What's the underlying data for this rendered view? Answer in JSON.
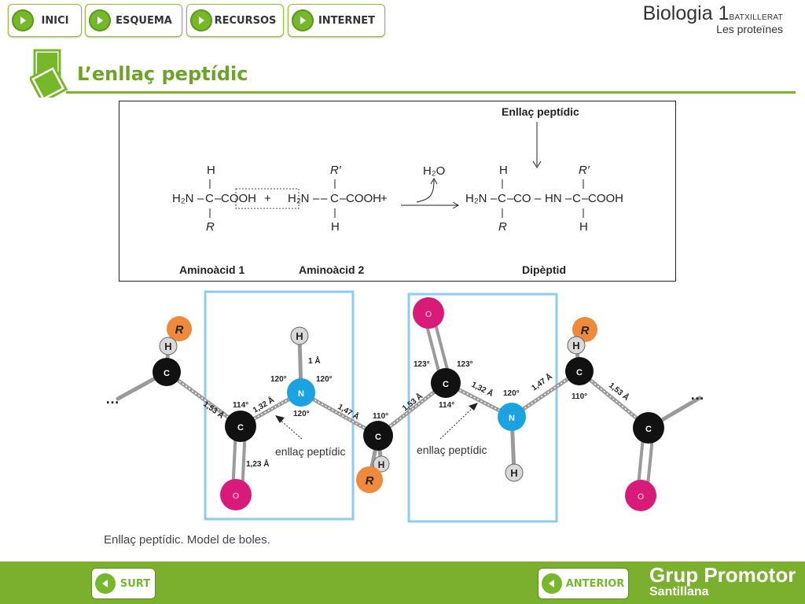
{
  "nav": {
    "items": [
      {
        "label": "INICI",
        "icon": "play-arrow-icon"
      },
      {
        "label": "ESQUEMA",
        "icon": "play-arrow-icon"
      },
      {
        "label": "RECURSOS",
        "icon": "play-arrow-icon"
      },
      {
        "label": "INTERNET",
        "icon": "play-arrow-icon"
      }
    ]
  },
  "brand": {
    "title": "Biologia 1",
    "level": "BATXILLERAT",
    "subtitle": "Les proteïnes"
  },
  "page": {
    "title": "L’enllaç peptídic"
  },
  "formula": {
    "header": "Enllaç peptídic",
    "amino1_label": "Aminoàcid 1",
    "amino2_label": "Aminoàcid 2",
    "dipeptide_label": "Dipèptid",
    "water": "H₂O",
    "plus": "+",
    "h": "H",
    "r": "R",
    "r_prime": "R′",
    "h2n": "H₂N",
    "cooh": "COOH",
    "co": "CO",
    "hn": "HN",
    "c": "C"
  },
  "model": {
    "atoms": {
      "C": "C",
      "N": "N",
      "O": "O",
      "H": "H",
      "R": "R"
    },
    "labels": {
      "bond_label": "enllaç peptídic",
      "a153": "1,53 Å",
      "a132": "1,32 Å",
      "a147": "1,47 Å",
      "a123": "1,23 Å",
      "a1": "1 Å",
      "d114": "114°",
      "d120": "120°",
      "d110": "110°",
      "d123": "123°"
    },
    "caption": "Enllaç peptídic. Model de boles.",
    "ellipsis": "…"
  },
  "footer": {
    "exit_label": "SURT",
    "prev_label": "ANTERIOR",
    "publisher_line1": "Grup Promotor",
    "publisher_line2": "Santillana"
  },
  "colors": {
    "accent": "#76b82a",
    "carbon": "#111111",
    "nitrogen": "#1aa3e0",
    "oxygen": "#d81b78",
    "hydrogen": "#d9d9d9",
    "r_group": "#ee8a3a",
    "box_outline": "#8fcaf0"
  }
}
